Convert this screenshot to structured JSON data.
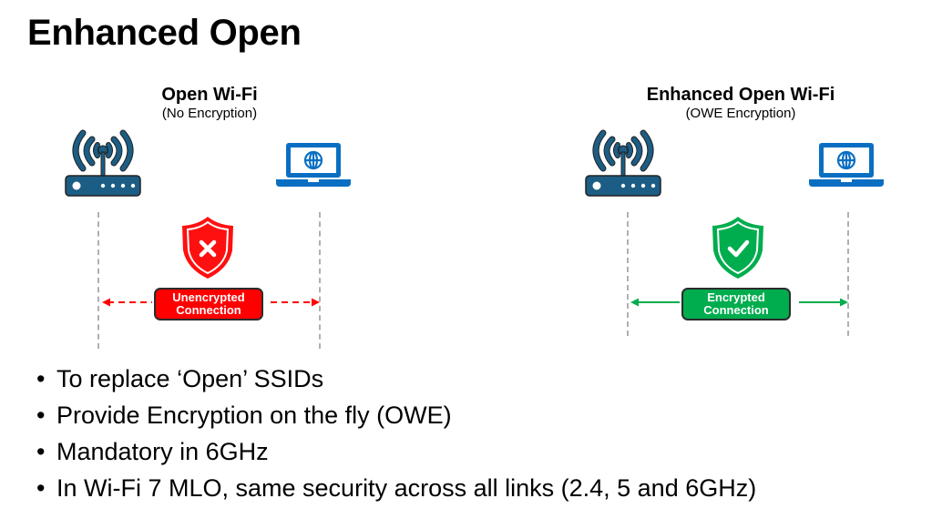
{
  "slide": {
    "title": "Enhanced Open"
  },
  "panels": [
    {
      "title": "Open Wi-Fi",
      "subtitle": "(No Encryption)",
      "router_icon": "wifi-router-icon",
      "client_icon": "laptop-globe-icon",
      "status_icon": "shield-x-icon",
      "connection_label_line1": "Unencrypted",
      "connection_label_line2": "Connection",
      "connection_style": "dashed",
      "color": "#ff0000"
    },
    {
      "title": "Enhanced Open Wi-Fi",
      "subtitle": "(OWE Encryption)",
      "router_icon": "wifi-router-icon",
      "client_icon": "laptop-globe-icon",
      "status_icon": "shield-check-icon",
      "connection_label_line1": "Encrypted",
      "connection_label_line2": "Connection",
      "connection_style": "solid",
      "color": "#00ad4e"
    }
  ],
  "colors": {
    "router": "#1b5d84",
    "laptop": "#0a6fc2",
    "guide_line": "#b0b0b0"
  },
  "bullets": [
    "To replace ‘Open’ SSIDs",
    "Provide Encryption on the fly (OWE)",
    "Mandatory in 6GHz",
    "In Wi-Fi 7 MLO, same security across all links (2.4, 5 and 6GHz)"
  ],
  "bullet_glyph": "•"
}
